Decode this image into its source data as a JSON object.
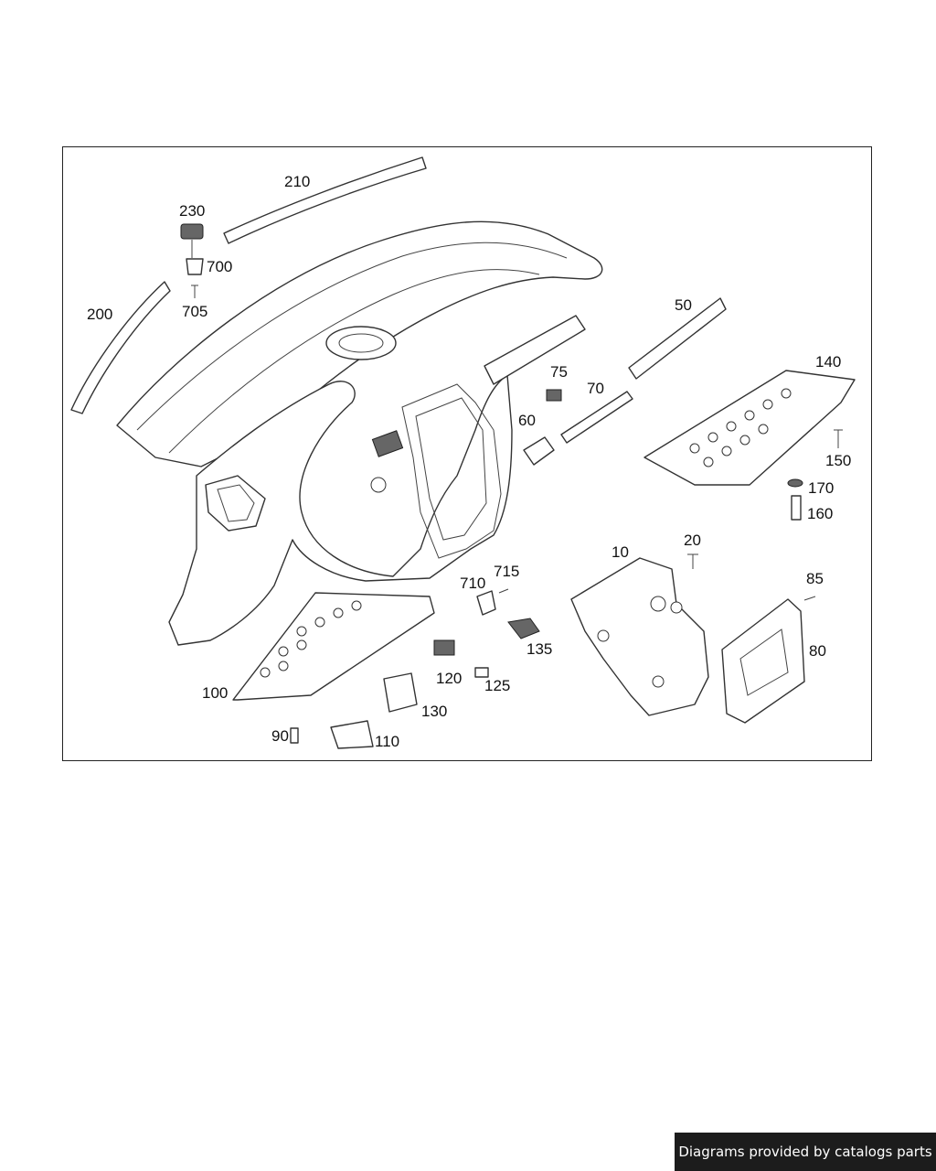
{
  "diagram": {
    "callouts": [
      "210",
      "230",
      "700",
      "705",
      "200",
      "50",
      "75",
      "70",
      "60",
      "140",
      "150",
      "170",
      "160",
      "10",
      "20",
      "85",
      "80",
      "715",
      "710",
      "135",
      "120",
      "125",
      "100",
      "130",
      "90",
      "110"
    ]
  },
  "footer": {
    "credit": "Diagrams provided by catalogs parts"
  }
}
